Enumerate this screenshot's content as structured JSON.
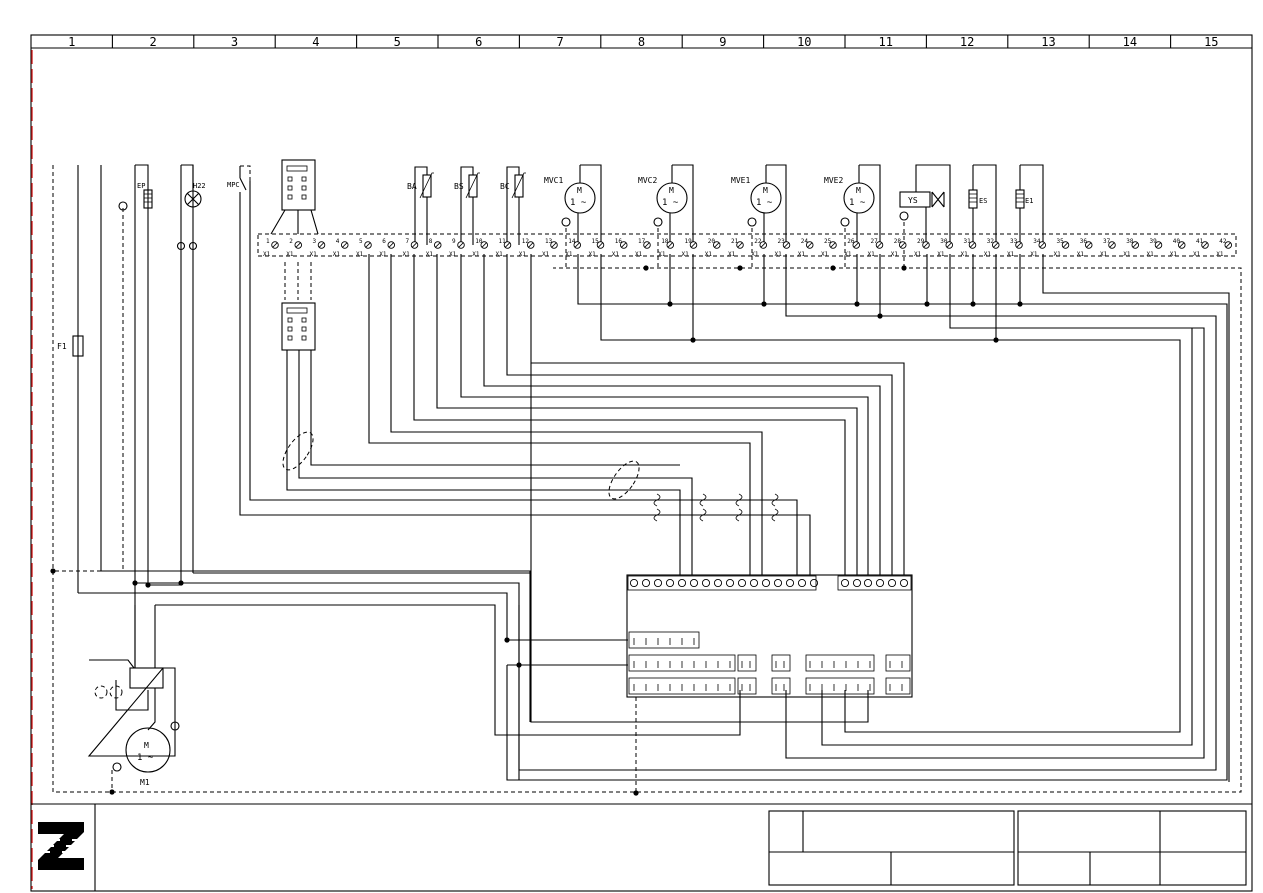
{
  "columns": [
    "1",
    "2",
    "3",
    "4",
    "5",
    "6",
    "7",
    "8",
    "9",
    "10",
    "11",
    "12",
    "13",
    "14",
    "15"
  ],
  "components": {
    "fuse": "F1",
    "lamp": "H22",
    "ep": "EP",
    "mpc": "MPC",
    "ba": "BA",
    "bs": "BS",
    "bc": "BC",
    "mvc1": "MVC1",
    "mvc2": "MVC2",
    "mve1": "MVE1",
    "mve2": "MVE2",
    "ys": "YS",
    "es": "ES",
    "e1": "E1",
    "m1": "M1",
    "motor_symbol": "M",
    "motor_phase": "1 ~"
  },
  "terminals": {
    "numbers": [
      "1",
      "2",
      "3",
      "4",
      "5",
      "6",
      "7",
      "8",
      "9",
      "10",
      "11",
      "12",
      "13",
      "14",
      "15",
      "16",
      "17",
      "18",
      "19",
      "20",
      "21",
      "22",
      "23",
      "24",
      "25",
      "26",
      "27",
      "28",
      "29",
      "30",
      "31",
      "32",
      "33",
      "34",
      "35",
      "36",
      "37",
      "38",
      "39",
      "40",
      "41",
      "42"
    ],
    "strip_label": "X1"
  },
  "title_block": {
    "logo": "company-logo"
  }
}
